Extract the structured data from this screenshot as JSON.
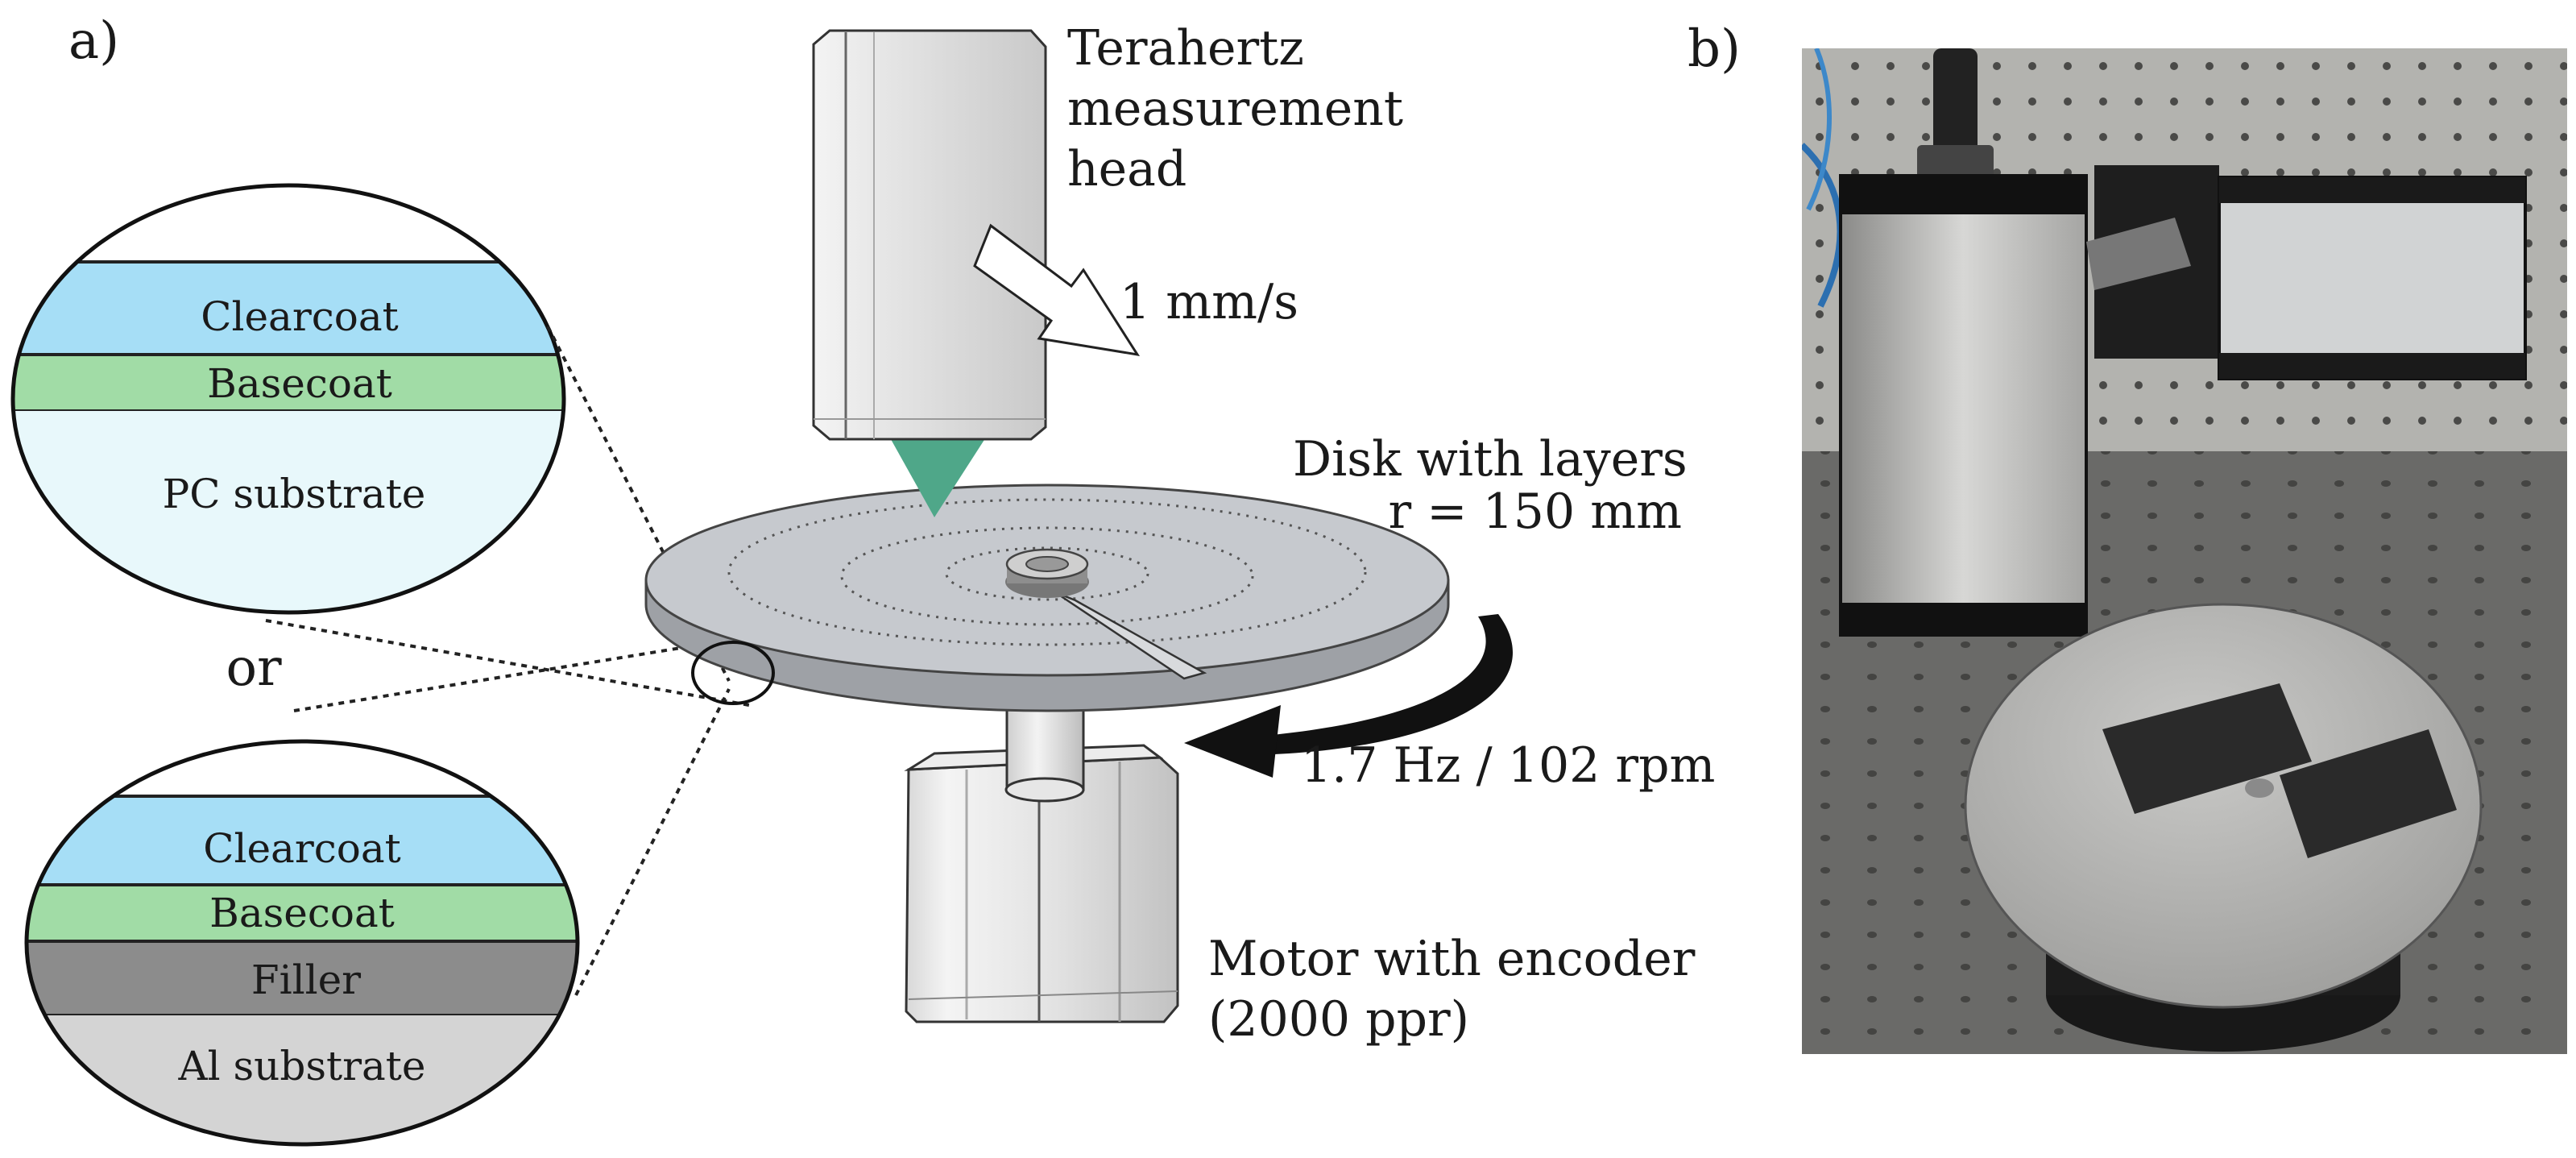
{
  "panels": {
    "a": "a)",
    "b": "b)"
  },
  "labels": {
    "head_line1": "Terahertz",
    "head_line2": "measurement",
    "head_line3": "head",
    "speed": "1 mm/s",
    "disk_line1": "Disk with layers",
    "disk_line2": "r = 150 mm",
    "rotation": "1.7 Hz / 102 rpm",
    "motor_line1": "Motor with encoder",
    "motor_line2": "(2000 ppr)",
    "or": "or"
  },
  "stack_top": {
    "layers": [
      "Clearcoat",
      "Basecoat",
      "PC substrate"
    ]
  },
  "stack_bottom": {
    "layers": [
      "Clearcoat",
      "Basecoat",
      "Filler",
      "Al substrate"
    ]
  },
  "colors": {
    "clearcoat": "#a6def6",
    "basecoat": "#a1dca6",
    "pc_substrate": "#e8f8fb",
    "filler": "#8c8c8c",
    "al_substrate": "#d4d4d4",
    "beam": "#4fa789",
    "disk": "#c6c9ce"
  }
}
